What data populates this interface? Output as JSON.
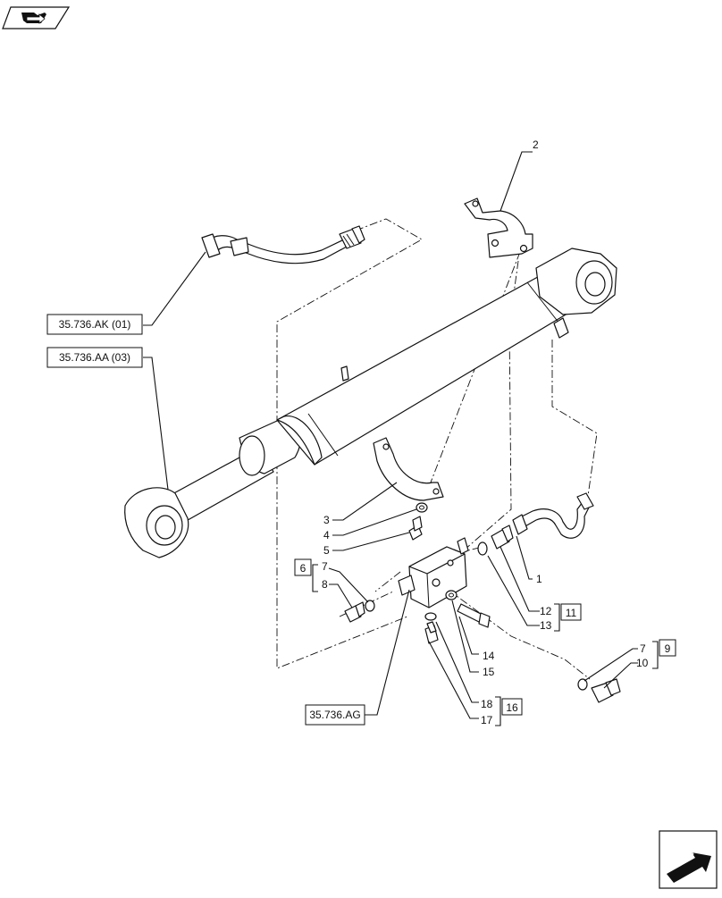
{
  "references": {
    "ak": "35.736.AK (01)",
    "aa": "35.736.AA (03)",
    "ag": "35.736.AG"
  },
  "callouts": {
    "c1": "1",
    "c2": "2",
    "c3": "3",
    "c4": "4",
    "c5": "5",
    "c7a": "7",
    "c8": "8",
    "c12": "12",
    "c13": "13",
    "c14": "14",
    "c15": "15",
    "c17": "17",
    "c18": "18",
    "c7b": "7",
    "c10": "10"
  },
  "groups": {
    "g6": "6",
    "g11": "11",
    "g16": "16",
    "g9": "9"
  },
  "icons": {
    "top_left": "book-with-arrow-icon",
    "bottom_right": "next-page-arrow-icon"
  }
}
